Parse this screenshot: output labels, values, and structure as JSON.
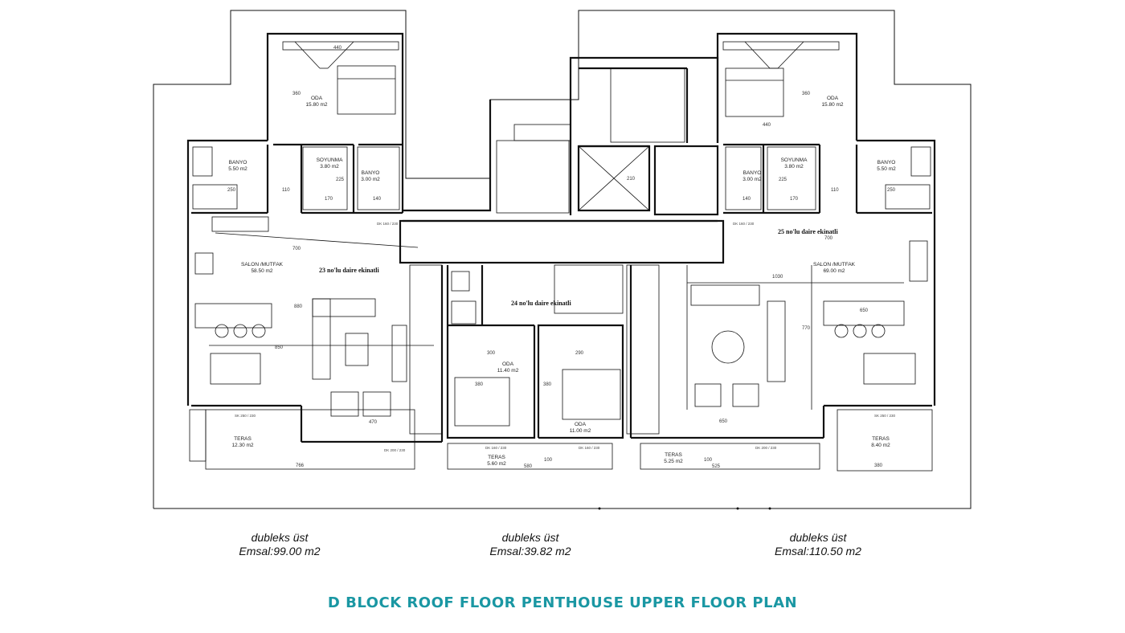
{
  "title": "D BLOCK ROOF FLOOR PENTHOUSE UPPER FLOOR PLAN",
  "colors": {
    "title": "#1a97a3",
    "line": "#111111"
  },
  "captions": [
    {
      "line1": "dubleks üst",
      "line2": "Emsal:99.00 m2"
    },
    {
      "line1": "dubleks üst",
      "line2": "Emsal:39.82 m2"
    },
    {
      "line1": "dubleks üst",
      "line2": "Emsal:110.50 m2"
    }
  ],
  "rooms": {
    "oda_l": {
      "name": "ODA",
      "area": "15.80 m2"
    },
    "banyo_l": {
      "name": "BANYO",
      "area": "5.50 m2"
    },
    "soyunma_l": {
      "name": "SOYUNMA",
      "area": "3.80 m2"
    },
    "banyo2_l": {
      "name": "BANYO",
      "area": "3.00 m2"
    },
    "salon_l": {
      "name": "SALON /MUTFAK",
      "area": "58.50 m2"
    },
    "teras_l": {
      "name": "TERAS",
      "area": "12.30 m2"
    },
    "oda_m1": {
      "name": "ODA",
      "area": "11.40 m2"
    },
    "oda_m2": {
      "name": "ODA",
      "area": "11.00 m2"
    },
    "teras_m1": {
      "name": "TERAS",
      "area": "5.60 m2"
    },
    "teras_m2": {
      "name": "TERAS",
      "area": "5.25 m2"
    },
    "oda_r": {
      "name": "ODA",
      "area": "15.80 m2"
    },
    "soyunma_r": {
      "name": "SOYUNMA",
      "area": "3.80 m2"
    },
    "banyo2_r": {
      "name": "BANYO",
      "area": "3.00 m2"
    },
    "banyo_r": {
      "name": "BANYO",
      "area": "5.50 m2"
    },
    "salon_r": {
      "name": "SALON /MUTFAK",
      "area": "69.00 m2"
    },
    "teras_r": {
      "name": "TERAS",
      "area": "8.40 m2"
    }
  },
  "units": {
    "u23": "23 no'lu daire ekinatli",
    "u24": "24 no'lu daire ekinatli",
    "u25": "25 no'lu daire ekinatli"
  },
  "dims": {
    "d440l": "440",
    "d360l": "360",
    "d110l": "110",
    "d250l": "250",
    "d170l": "170",
    "d140l": "140",
    "d225l": "225",
    "d700l": "700",
    "d880": "880",
    "d850": "850",
    "d470": "470",
    "d766": "766",
    "d300": "300",
    "d290": "290",
    "d380a": "380",
    "d380b": "380",
    "d580": "580",
    "d100a": "100",
    "d100b": "100",
    "d525": "525",
    "d440r": "440",
    "d360r": "360",
    "d110r": "110",
    "d250r": "250",
    "d170r": "170",
    "d140r": "140",
    "d225r": "225",
    "d700r": "700",
    "d1030": "1030",
    "d770": "770",
    "d650a": "650",
    "d650b": "650",
    "d380r": "380",
    "d210": "210"
  },
  "doors": {
    "sk250_l": "SK 250 / 230",
    "dk200_l": "DK 200 / 230",
    "dk160": "DK 160 / 230",
    "dk160b": "DK 160 / 230",
    "dk200_r": "DK 200 / 230",
    "sk250_r": "SK 250 / 230",
    "dk160_top": "DK 160 / 230",
    "dk160_topr": "DK 160 / 230"
  }
}
